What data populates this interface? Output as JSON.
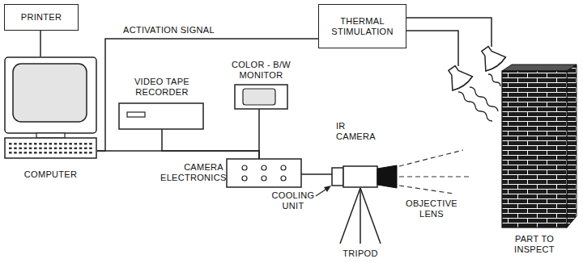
{
  "diagram": {
    "nodes": [
      {
        "text": [
          "PRINTER"
        ]
      },
      {
        "text": [
          "COMPUTER"
        ]
      },
      {
        "text": [
          "VIDEO TAPE RECORDER"
        ]
      },
      {
        "text": [
          "COLOR - B/W MONITOR"
        ]
      },
      {
        "text": [
          "THERMAL STIMULATION"
        ]
      },
      {
        "text": [
          "CAMERA ELECTRONICS"
        ]
      },
      {
        "text": [
          "IR CAMERA"
        ]
      },
      {
        "text": [
          "PART TO INSPECT"
        ]
      }
    ],
    "edges": [
      {
        "from": 0,
        "to": 1,
        "arrow": "none"
      },
      {
        "from": 1,
        "to": 4,
        "label": "ACTIVATION SIGNAL",
        "arrow": "none"
      },
      {
        "from": 1,
        "to": 5,
        "arrow": "none"
      },
      {
        "from": 2,
        "to": 5,
        "arrow": "none"
      },
      {
        "from": 3,
        "to": 5,
        "arrow": "none"
      },
      {
        "from": 5,
        "to": 6,
        "arrow": "none"
      }
    ],
    "labels": [
      "COOLING UNIT",
      "OBJECTIVE LENS",
      "TRIPOD"
    ]
  }
}
